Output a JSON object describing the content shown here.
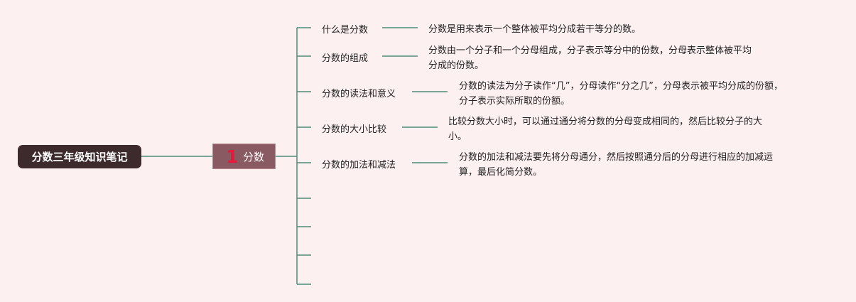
{
  "root": {
    "label": "分数三年级知识笔记"
  },
  "branch": {
    "number": "1",
    "label": "分数"
  },
  "topics": [
    {
      "label": "什么是分数",
      "desc": [
        "分数是用来表示一个整体被平均分成若干等分的数。"
      ]
    },
    {
      "label": "分数的组成",
      "desc": [
        "分数由一个分子和一个分母组成，分子表示等分中的份数，分母表示整体被平均",
        "分成的份数。"
      ]
    },
    {
      "label": "分数的读法和意义",
      "desc": [
        "分数的读法为分子读作“几”，分母读作“分之几”，分母表示被平均分成的份额，",
        "分子表示实际所取的份额。"
      ]
    },
    {
      "label": "分数的大小比较",
      "desc": [
        "比较分数大小时，可以通过通分将分数的分母变成相同的，然后比较分子的大",
        "小。"
      ]
    },
    {
      "label": "分数的加法和减法",
      "desc": [
        "分数的加法和减法要先将分母通分，然后按照通分后的分母进行相应的加减运",
        "算，最后化简分数。"
      ]
    }
  ],
  "colors": {
    "line": "#4f8a78",
    "root_bg": "#3d2a2c",
    "branch_bg": "#8a5a62",
    "number": "#e8183a",
    "background": "#fdf0f0"
  }
}
